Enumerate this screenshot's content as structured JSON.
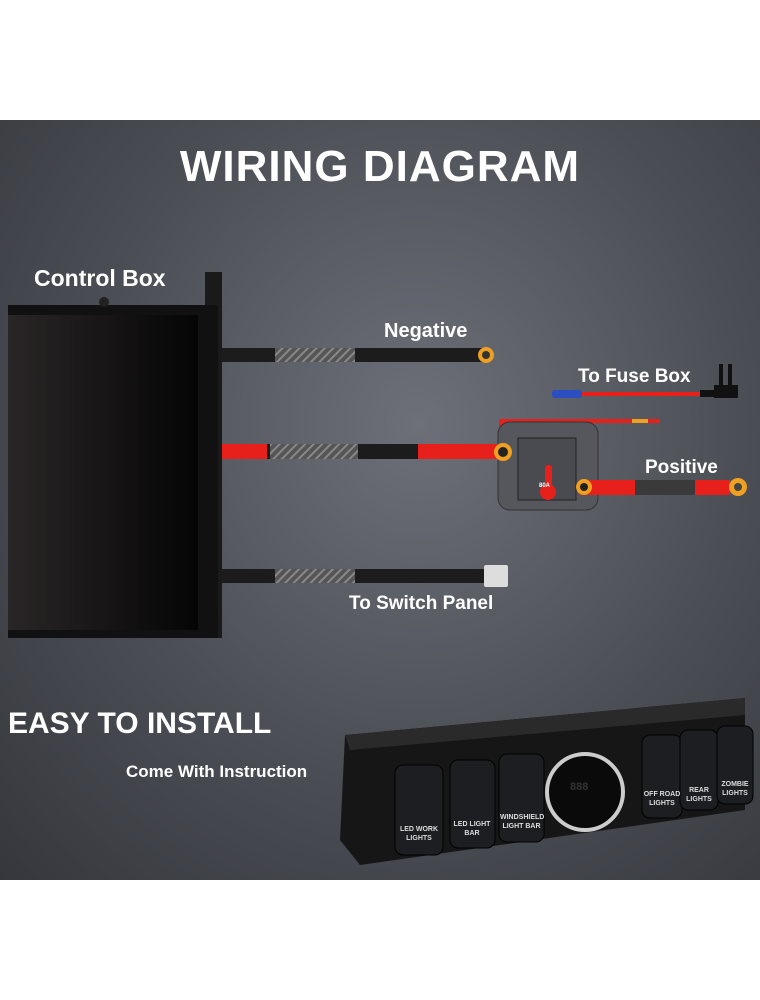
{
  "title": "WIRING DIAGRAM",
  "labels": {
    "control_box": "Control Box",
    "negative": "Negative",
    "fuse_box": "To Fuse Box",
    "positive": "Positive",
    "switch_panel": "To Switch Panel"
  },
  "breaker_rating": "80A",
  "install": {
    "heading": "EASY TO INSTALL",
    "subheading": "Come With Instruction"
  },
  "switches": [
    "LED WORK LIGHTS",
    "LED LIGHT BAR",
    "WINDSHIELD LIGHT BAR",
    "OFF ROAD LIGHTS",
    "REAR LIGHTS",
    "ZOMBIE LIGHTS"
  ],
  "voltmeter": "888",
  "colors": {
    "wire_red": "#e8201c",
    "wire_black": "#1c1c1c",
    "terminal": "#f0a020",
    "background": "#4b4e55"
  }
}
